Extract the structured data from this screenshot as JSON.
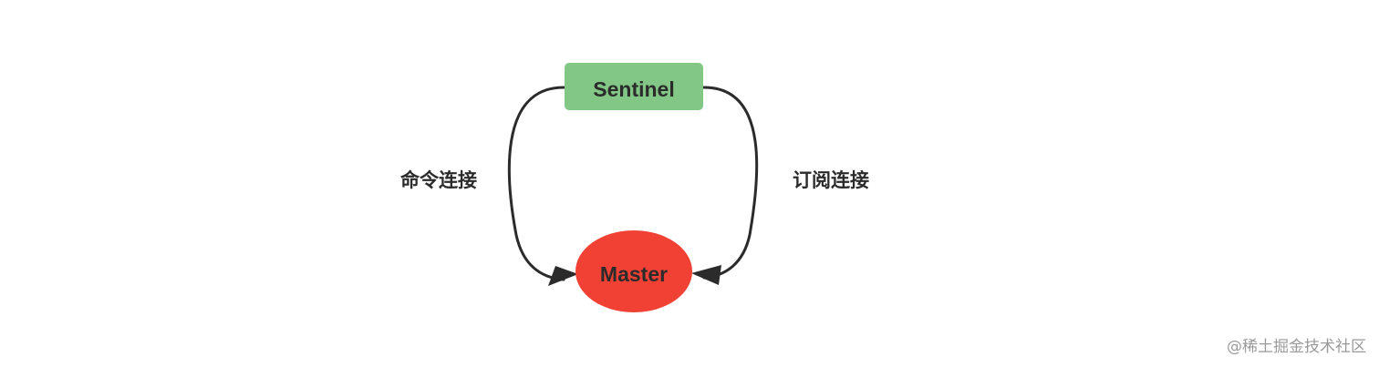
{
  "nodes": {
    "sentinel": {
      "label": "Sentinel",
      "color": "#82c785"
    },
    "master": {
      "label": "Master",
      "color": "#f04134"
    }
  },
  "edges": {
    "command": {
      "label": "命令连接"
    },
    "subscribe": {
      "label": "订阅连接"
    }
  },
  "colors": {
    "edge": "#2b2b2b",
    "text": "#2b2b2b"
  },
  "watermark": "@稀土掘金技术社区"
}
